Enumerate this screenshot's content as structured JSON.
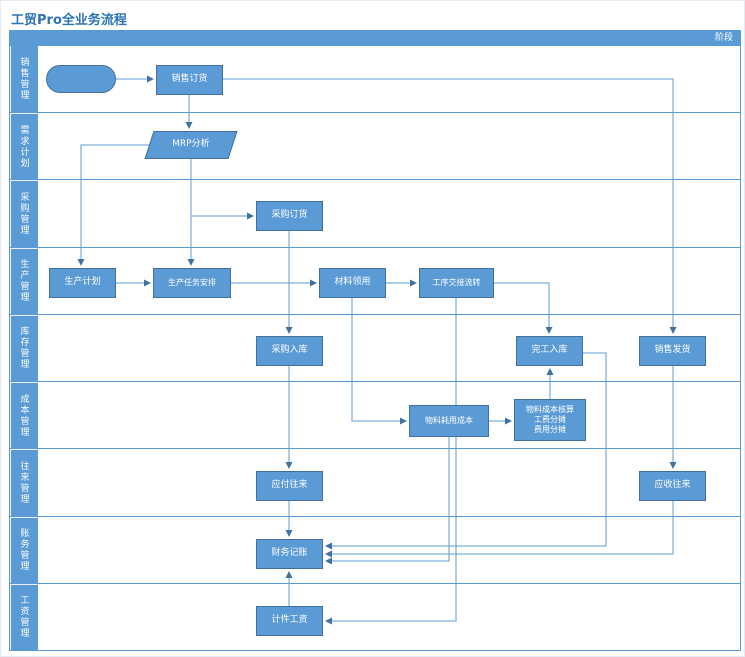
{
  "title": "工贸Pro全业务流程",
  "phase_header": "阶段",
  "colors": {
    "accent": "#5b9bd5",
    "accent_dark": "#41719c",
    "title_text": "#2e74b5",
    "lane_body": "#ffffff",
    "node_text": "#ffffff"
  },
  "lanes": [
    {
      "label": "销售管理"
    },
    {
      "label": "需求计划"
    },
    {
      "label": "采购管理"
    },
    {
      "label": "生产管理"
    },
    {
      "label": "库存管理"
    },
    {
      "label": "成本管理"
    },
    {
      "label": "往来管理"
    },
    {
      "label": "账务管理"
    },
    {
      "label": "工资管理"
    }
  ],
  "nodes": {
    "start": {
      "label": "",
      "shape": "terminator"
    },
    "sales_order": {
      "label": "销售订货",
      "shape": "process"
    },
    "mrp": {
      "label": "MRP分析",
      "shape": "data"
    },
    "purchase_order": {
      "label": "采购订货",
      "shape": "process"
    },
    "production_plan": {
      "label": "生产计划",
      "shape": "process"
    },
    "production_task": {
      "label": "生产任务安排",
      "shape": "process"
    },
    "material_requisition": {
      "label": "材料领用",
      "shape": "process"
    },
    "process_handover": {
      "label": "工序交接流转",
      "shape": "process"
    },
    "purchase_inbound": {
      "label": "采购入库",
      "shape": "process"
    },
    "completion_inbound": {
      "label": "完工入库",
      "shape": "process"
    },
    "sales_delivery": {
      "label": "销售发货",
      "shape": "process"
    },
    "material_cost": {
      "label": "物料耗用成本",
      "shape": "process"
    },
    "cost_confirm": {
      "label": "物料成本核算\n工费分摊\n费用分摊",
      "shape": "process"
    },
    "payable": {
      "label": "应付往来",
      "shape": "process"
    },
    "receivable": {
      "label": "应收往来",
      "shape": "process"
    },
    "bookkeeping": {
      "label": "财务记账",
      "shape": "process"
    },
    "piece_wage": {
      "label": "计件工资",
      "shape": "process"
    }
  },
  "edges": [
    {
      "from": "start",
      "to": "sales_order"
    },
    {
      "from": "sales_order",
      "to": "mrp"
    },
    {
      "from": "sales_order",
      "to": "sales_delivery"
    },
    {
      "from": "mrp",
      "to": "production_plan"
    },
    {
      "from": "mrp",
      "to": "purchase_order"
    },
    {
      "from": "mrp",
      "to": "production_task"
    },
    {
      "from": "production_plan",
      "to": "production_task"
    },
    {
      "from": "purchase_order",
      "to": "purchase_inbound"
    },
    {
      "from": "production_task",
      "to": "material_requisition"
    },
    {
      "from": "material_requisition",
      "to": "process_handover"
    },
    {
      "from": "process_handover",
      "to": "completion_inbound"
    },
    {
      "from": "material_requisition",
      "to": "material_cost"
    },
    {
      "from": "material_cost",
      "to": "cost_confirm"
    },
    {
      "from": "cost_confirm",
      "to": "completion_inbound"
    },
    {
      "from": "purchase_inbound",
      "to": "payable"
    },
    {
      "from": "payable",
      "to": "bookkeeping"
    },
    {
      "from": "sales_delivery",
      "to": "receivable"
    },
    {
      "from": "receivable",
      "to": "bookkeeping"
    },
    {
      "from": "completion_inbound",
      "to": "bookkeeping"
    },
    {
      "from": "material_cost",
      "to": "bookkeeping"
    },
    {
      "from": "process_handover",
      "to": "piece_wage"
    },
    {
      "from": "piece_wage",
      "to": "bookkeeping"
    }
  ]
}
